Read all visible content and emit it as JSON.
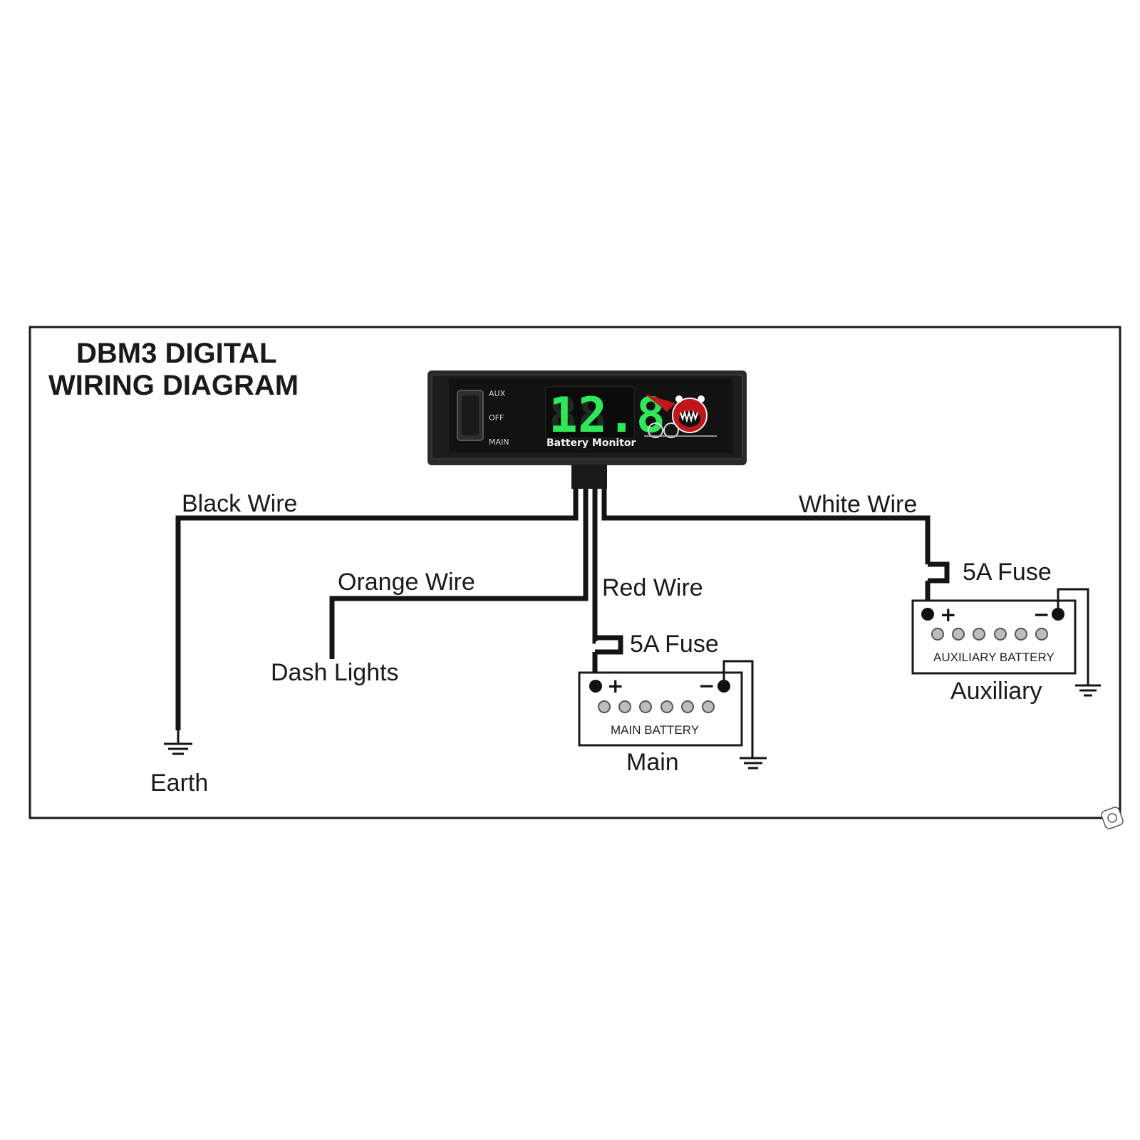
{
  "title": {
    "line1": "DBM3 DIGITAL",
    "line2": "WIRING DIAGRAM"
  },
  "device": {
    "switch_labels": [
      "AUX",
      "OFF",
      "MAIN"
    ],
    "display_value": "12.8",
    "brand_label": "Battery Monitor",
    "colors": {
      "body": "#1c1c1c",
      "display": "#2ee85a",
      "logo_accent": "#c0161b"
    }
  },
  "wires": {
    "black": "Black Wire",
    "orange": "Orange Wire",
    "red": "Red Wire",
    "white": "White Wire"
  },
  "endpoints": {
    "dash_lights": "Dash Lights",
    "earth": "Earth"
  },
  "main_battery": {
    "fuse_label": "5A Fuse",
    "plus": "+",
    "minus": "−",
    "label": "MAIN BATTERY",
    "caption": "Main"
  },
  "aux_battery": {
    "fuse_label": "5A Fuse",
    "plus": "+",
    "minus": "−",
    "label": "AUXILIARY BATTERY",
    "caption": "Auxiliary"
  },
  "icons": [
    "ground-symbol-icon",
    "fuse-icon",
    "battery-icon",
    "mascot-logo-icon"
  ]
}
